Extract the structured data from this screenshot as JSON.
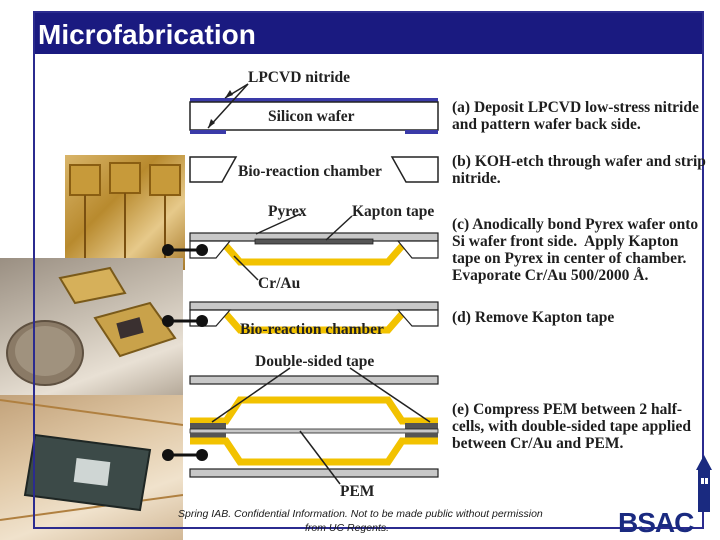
{
  "slide": {
    "title": "Microfabrication"
  },
  "diagram": {
    "labels": {
      "lpcvd_nitride": "LPCVD nitride",
      "silicon_wafer": "Silicon wafer",
      "bio_reaction_chamber_1": "Bio-reaction chamber",
      "pyrex": "Pyrex",
      "kapton_tape": "Kapton tape",
      "cr_au": "Cr/Au",
      "bio_reaction_chamber_2": "Bio-reaction chamber",
      "double_sided_tape": "Double-sided tape",
      "pem": "PEM"
    },
    "steps": [
      {
        "id": "a",
        "text": "(a) Deposit LPCVD low-stress nitride\nand pattern wafer back side."
      },
      {
        "id": "b",
        "text": "(b) KOH-etch through wafer and strip\nnitride."
      },
      {
        "id": "c",
        "text": "(c) Anodically bond Pyrex wafer onto\nSi wafer front side.  Apply Kapton\ntape on Pyrex in center of chamber.\nEvaporate Cr/Au 500/2000 Å."
      },
      {
        "id": "d",
        "text": "(d) Remove Kapton tape"
      },
      {
        "id": "e",
        "text": "(e) Compress PEM between 2 half-\ncells, with double-sided tape applied\nbetween Cr/Au and PEM."
      }
    ],
    "colors": {
      "nitride": "#3a3aa8",
      "gold": "#f2c200",
      "pyrex": "#c8c8c8",
      "outline": "#222222"
    }
  },
  "footer": {
    "line1": "Spring IAB.  Confidential Information.  Not to be made public without permission",
    "line2": "from UC Regents."
  },
  "logo": {
    "text": "BSAC"
  }
}
